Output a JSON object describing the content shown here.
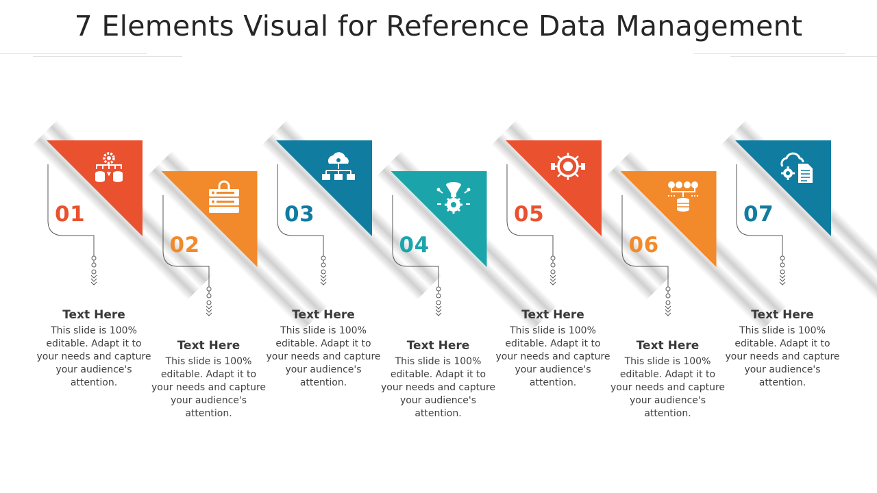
{
  "title": "7 Elements Visual for Reference Data Management",
  "colors": {
    "red": "#E9512F",
    "orange": "#F28A2B",
    "blue": "#0F7CA0",
    "teal": "#1BA5AB"
  },
  "elements": [
    {
      "number": "01",
      "heading": "Text Here",
      "text": "This slide is 100% editable. Adapt it to your needs and capture your audience's attention.",
      "color": "#E9512F",
      "icon": "data-integration-icon"
    },
    {
      "number": "02",
      "heading": "Text Here",
      "text": "This slide is 100% editable. Adapt it to your needs and capture your audience's attention.",
      "color": "#F28A2B",
      "icon": "secure-server-icon"
    },
    {
      "number": "03",
      "heading": "Text Here",
      "text": "This slide is 100% editable. Adapt it to your needs and capture your audience's attention.",
      "color": "#0F7CA0",
      "icon": "cloud-network-icon"
    },
    {
      "number": "04",
      "heading": "Text Here",
      "text": "This slide is 100% editable. Adapt it to your needs and capture your audience's attention.",
      "color": "#1BA5AB",
      "icon": "data-funnel-gear-icon"
    },
    {
      "number": "05",
      "heading": "Text Here",
      "text": "This slide is 100% editable. Adapt it to your needs and capture your audience's attention.",
      "color": "#E9512F",
      "icon": "data-hub-icon"
    },
    {
      "number": "06",
      "heading": "Text Here",
      "text": "This slide is 100% editable. Adapt it to your needs and capture your audience's attention.",
      "color": "#F28A2B",
      "icon": "database-hierarchy-icon"
    },
    {
      "number": "07",
      "heading": "Text Here",
      "text": "This slide is 100% editable. Adapt it to your needs and capture your audience's attention.",
      "color": "#0F7CA0",
      "icon": "cloud-document-settings-icon"
    }
  ]
}
